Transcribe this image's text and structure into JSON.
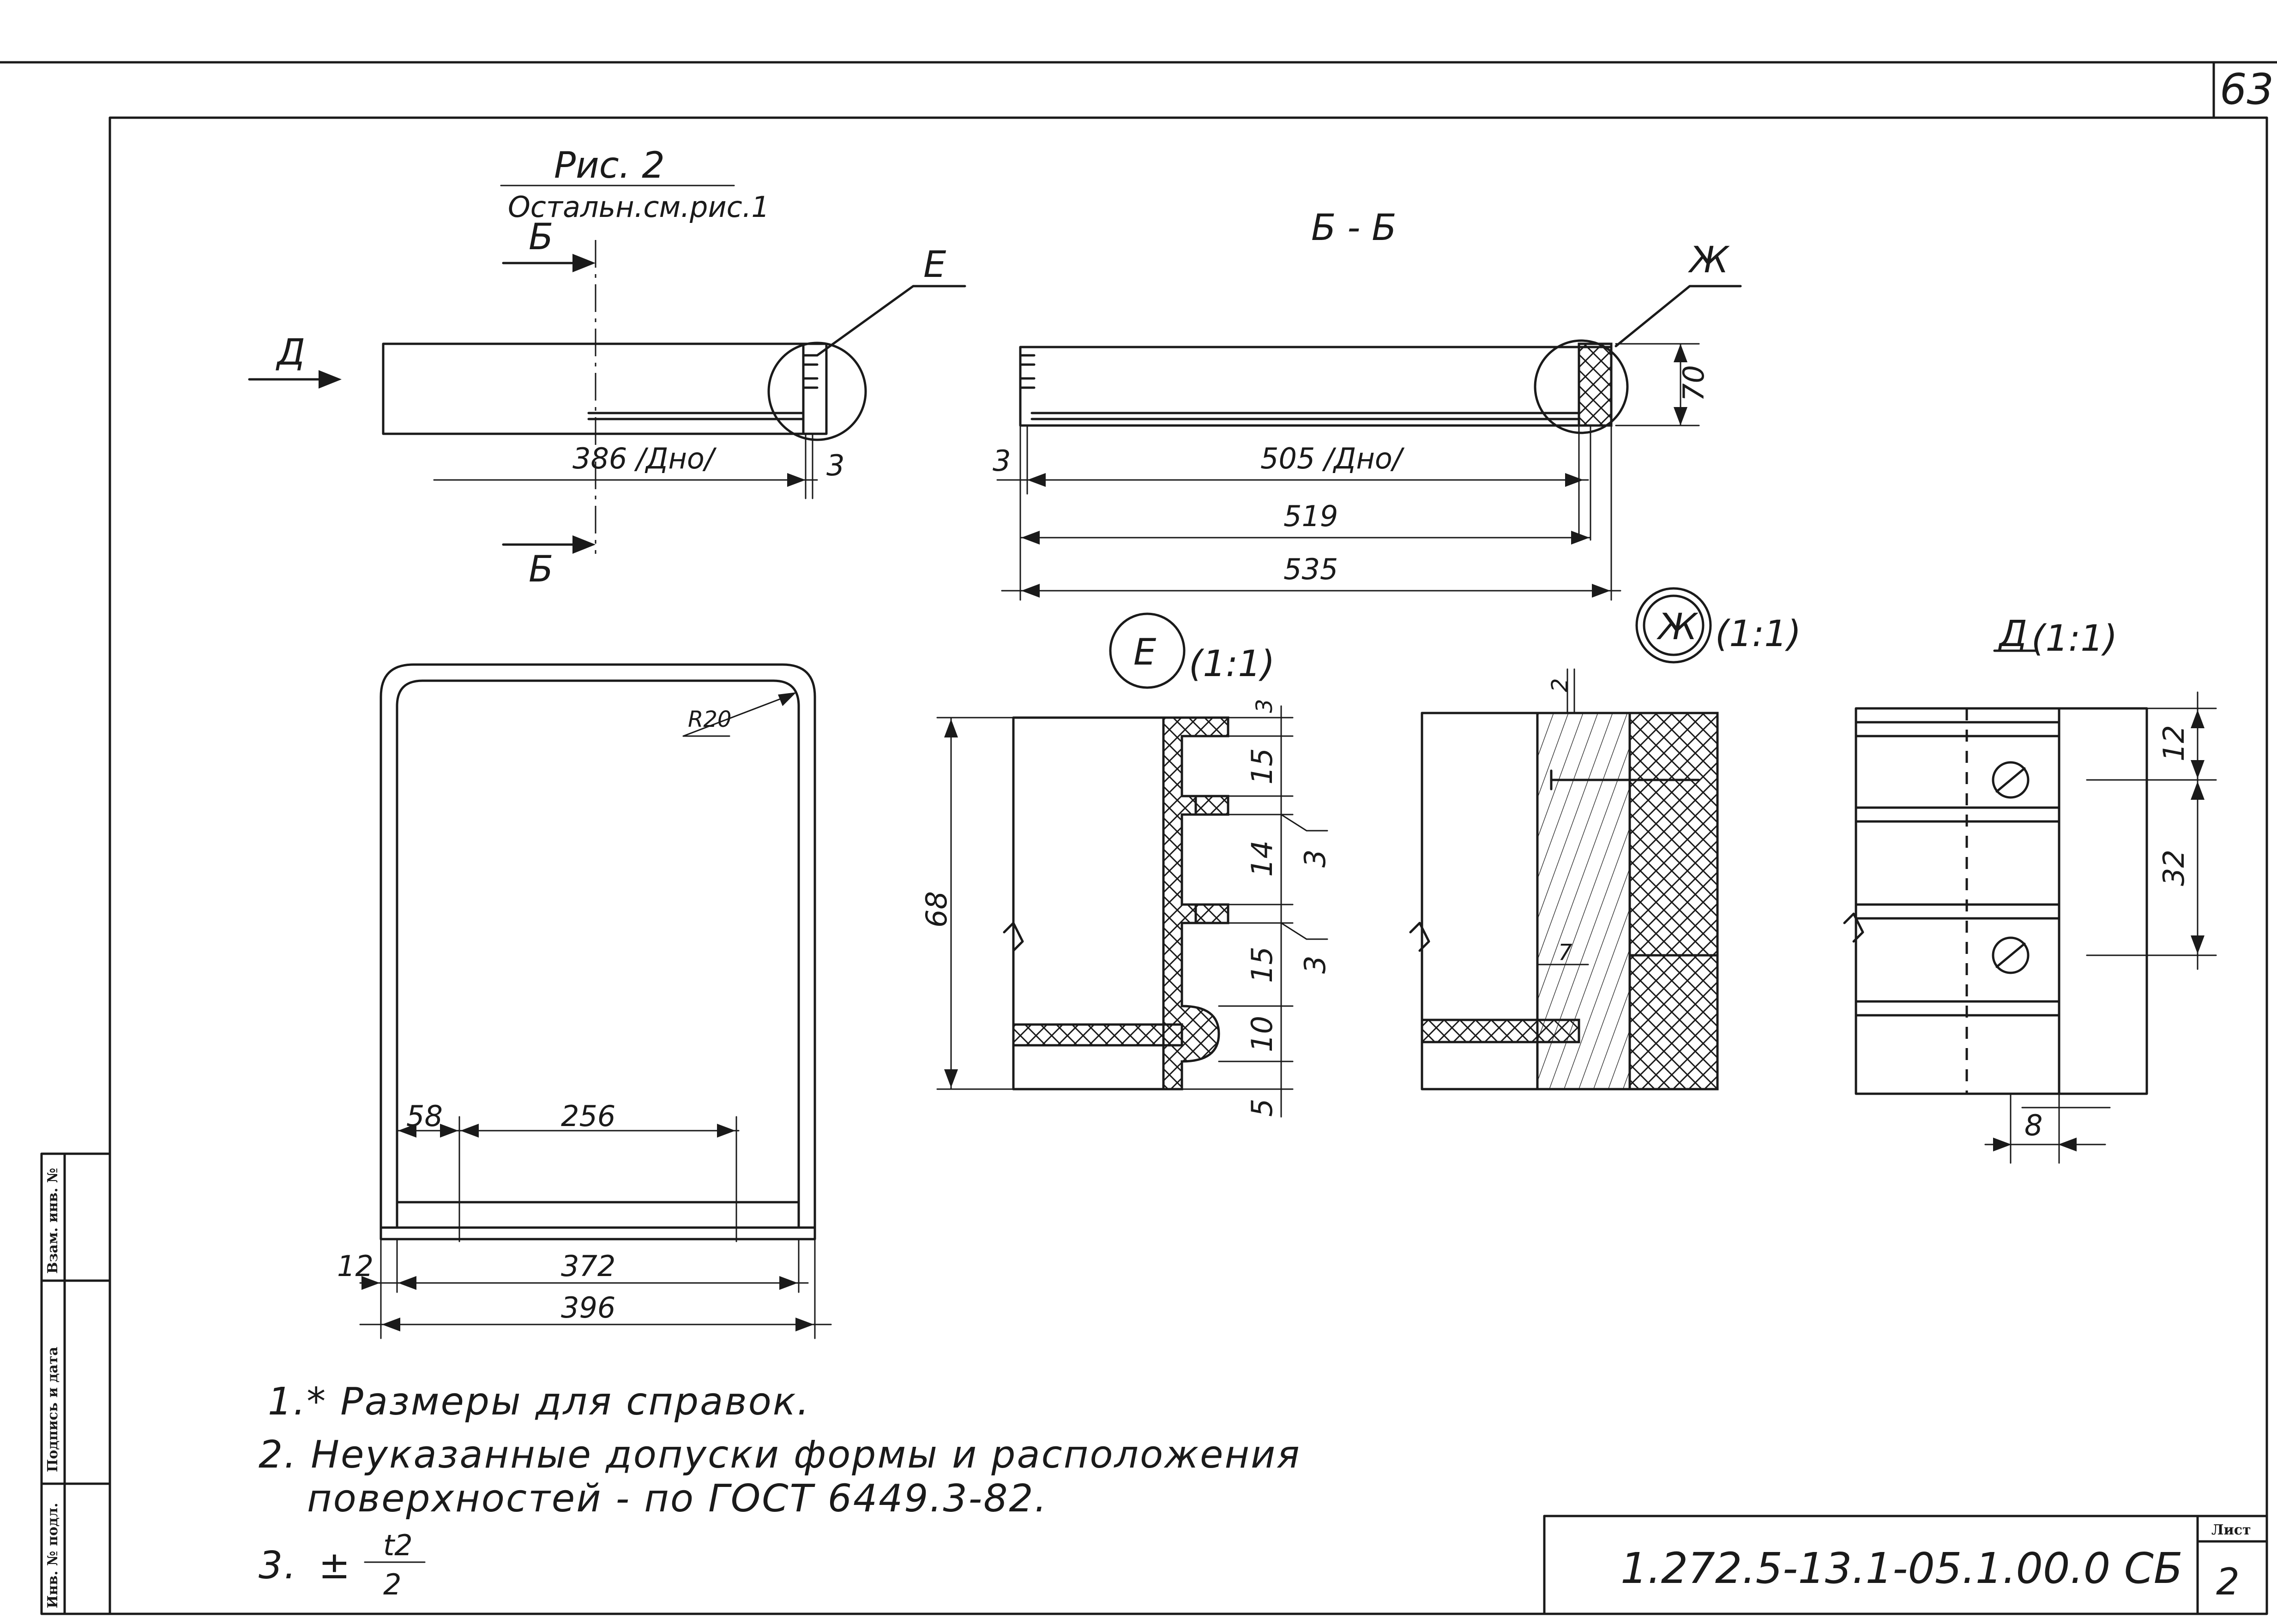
{
  "page_number": "63",
  "figure": {
    "title": "Рис. 2",
    "subtitle": "Остальн.см.рис.1"
  },
  "section_marks": {
    "b_top": "Б",
    "b_bottom": "Б",
    "view_d": "Д",
    "callout_e": "Е",
    "section_bb": "Б - Б",
    "callout_zh": "Ж"
  },
  "dimensions": {
    "side_view": {
      "bottom_length": "386 /Дно/",
      "gap": "3"
    },
    "section_bb": {
      "gap": "3",
      "bottom_length": "505 /Дно/",
      "inner": "519",
      "overall": "535",
      "height": "70"
    },
    "plan_view": {
      "radius": "R20",
      "offset": "58",
      "span": "256",
      "wall": "12",
      "inner": "372",
      "overall": "396"
    },
    "detail_e": {
      "height": "68",
      "d1": "3",
      "d2": "15",
      "d3": "14",
      "d4": "15",
      "d5": "10",
      "d6": "5",
      "ref1": "3",
      "ref2": "3"
    },
    "detail_zh": {
      "d1": "2",
      "d2": "7"
    },
    "detail_d": {
      "d1": "12",
      "d2": "32",
      "d3": "8"
    }
  },
  "detail_labels": {
    "e_letter": "Е",
    "e_scale": "(1:1)",
    "zh_letter": "Ж",
    "zh_scale": "(1:1)",
    "d_letter": "Д",
    "d_scale": "(1:1)"
  },
  "notes": [
    "1.* Размеры для справок.",
    "2. Неуказанные допуски формы и расположения",
    "поверхностей - по ГОСТ 6449.3-82.",
    "3."
  ],
  "tolerance": {
    "sign": "±",
    "numerator": "t2",
    "denominator": "2"
  },
  "title_block": {
    "code": "1.272.5-13.1-05.1.00.0 СБ",
    "sheet_label": "Лист",
    "sheet_number": "2"
  },
  "side_stamp": {
    "col1": "Взам. инв. №",
    "col2": "Подпись и дата",
    "col3": "Инв. № подл."
  }
}
